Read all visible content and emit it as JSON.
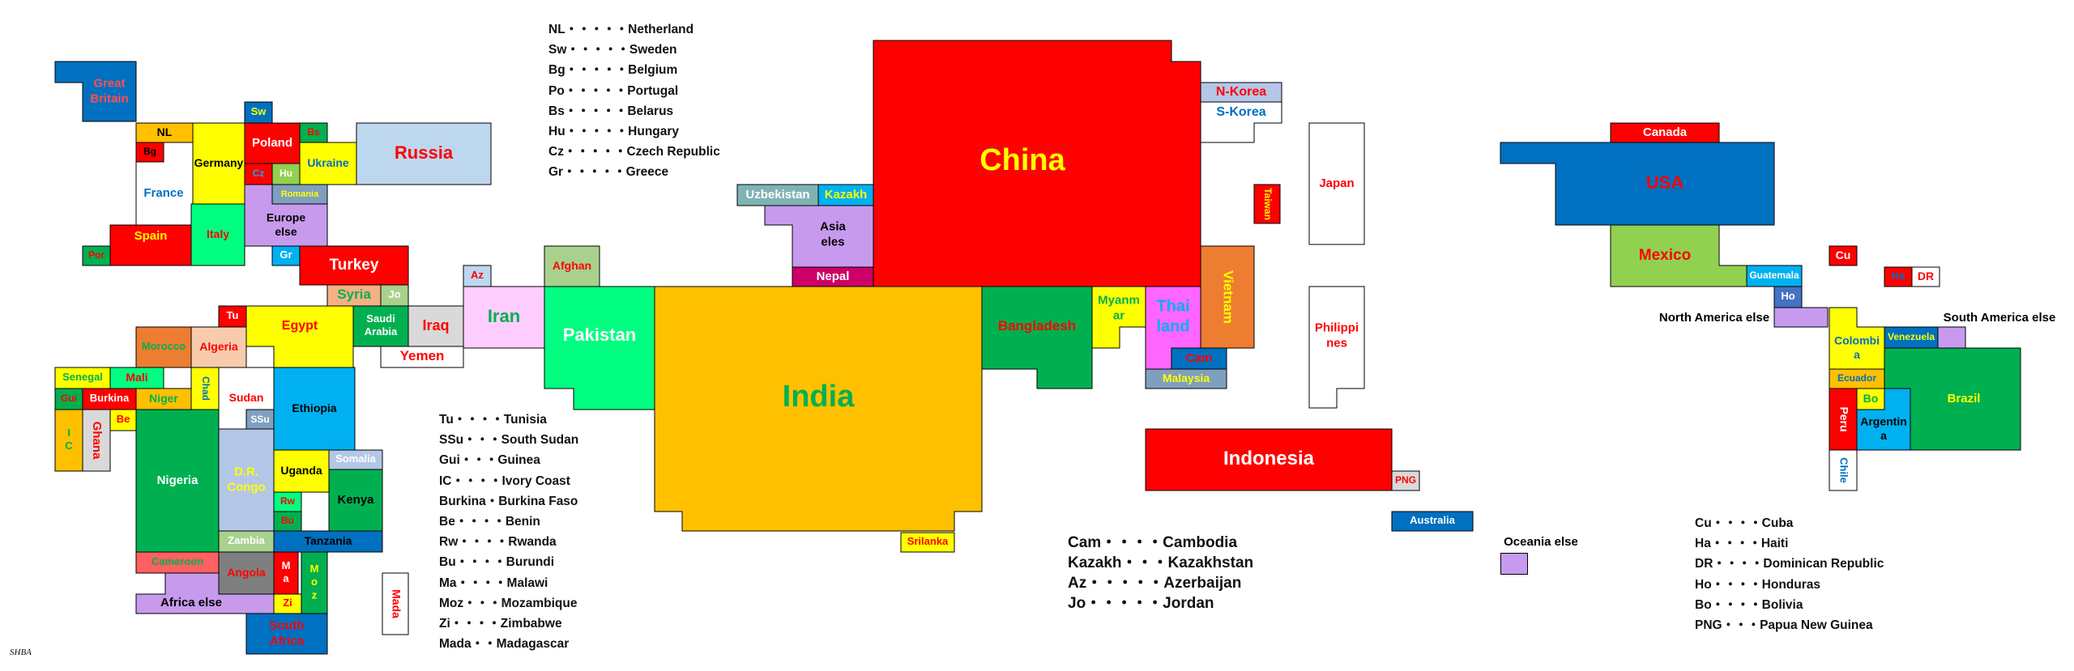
{
  "map": {
    "regions": [
      {
        "id": "great-britain",
        "label": "Great\nBritain",
        "fill": "#0070c0",
        "color": "#ff5050"
      },
      {
        "id": "nl",
        "label": "NL",
        "fill": "#ffc000",
        "color": "#000000"
      },
      {
        "id": "bg",
        "label": "Bg",
        "fill": "#ff0000",
        "color": "#000000"
      },
      {
        "id": "france",
        "label": "France",
        "fill": "#ffffff",
        "color": "#0070c0"
      },
      {
        "id": "germany",
        "label": "Germany",
        "fill": "#ffff00",
        "color": "#000000"
      },
      {
        "id": "sw",
        "label": "Sw",
        "fill": "#0070c0",
        "color": "#ffff00"
      },
      {
        "id": "poland",
        "label": "Poland",
        "fill": "#ff0000",
        "color": "#ffffff"
      },
      {
        "id": "bs",
        "label": "Bs",
        "fill": "#00b050",
        "color": "#ff0000"
      },
      {
        "id": "cz",
        "label": "Cz",
        "fill": "#ff0000",
        "color": "#00b0f0"
      },
      {
        "id": "hu",
        "label": "Hu",
        "fill": "#92d050",
        "color": "#ffffff"
      },
      {
        "id": "ukraine",
        "label": "Ukraine",
        "fill": "#ffff00",
        "color": "#0070c0"
      },
      {
        "id": "russia",
        "label": "Russia",
        "fill": "#bdd7ee",
        "color": "#ff0000"
      },
      {
        "id": "romania",
        "label": "Romania",
        "fill": "#7f9fbf",
        "color": "#ffff00"
      },
      {
        "id": "europe-else",
        "label": "Europe\nelse",
        "fill": "#c79aee",
        "color": "#000000"
      },
      {
        "id": "spain",
        "label": "Spain",
        "fill": "#ff0000",
        "color": "#ffff00"
      },
      {
        "id": "por",
        "label": "Por",
        "fill": "#00b050",
        "color": "#ff0000"
      },
      {
        "id": "italy",
        "label": "Italy",
        "fill": "#00ff80",
        "color": "#ff0000"
      },
      {
        "id": "gr",
        "label": "Gr",
        "fill": "#00b0f0",
        "color": "#ffffff"
      },
      {
        "id": "turkey",
        "label": "Turkey",
        "fill": "#ff0000",
        "color": "#ffffff"
      },
      {
        "id": "syria",
        "label": "Syria",
        "fill": "#f4b183",
        "color": "#00b050"
      },
      {
        "id": "jo",
        "label": "Jo",
        "fill": "#a9d18e",
        "color": "#ffffff"
      },
      {
        "id": "az",
        "label": "Az",
        "fill": "#bdd7ee",
        "color": "#ff0000"
      },
      {
        "id": "afghan",
        "label": "Afghan",
        "fill": "#a9d18e",
        "color": "#ff0000"
      },
      {
        "id": "tu",
        "label": "Tu",
        "fill": "#ff0000",
        "color": "#ffffff"
      },
      {
        "id": "egypt",
        "label": "Egypt",
        "fill": "#ffff00",
        "color": "#ff0000"
      },
      {
        "id": "saudi-arabia",
        "label": "Saudi\nArabia",
        "fill": "#00b050",
        "color": "#ffffff"
      },
      {
        "id": "iraq",
        "label": "Iraq",
        "fill": "#d9d9d9",
        "color": "#ff0000"
      },
      {
        "id": "iran",
        "label": "Iran",
        "fill": "#ffccff",
        "color": "#00b050"
      },
      {
        "id": "yemen",
        "label": "Yemen",
        "fill": "#ffffff",
        "color": "#ff0000"
      },
      {
        "id": "pakistan",
        "label": "Pakistan",
        "fill": "#00ff80",
        "color": "#ffffff"
      },
      {
        "id": "morocco",
        "label": "Morocco",
        "fill": "#ed7d31",
        "color": "#00b050"
      },
      {
        "id": "algeria",
        "label": "Algeria",
        "fill": "#f8cbad",
        "color": "#ff0000"
      },
      {
        "id": "senegal",
        "label": "Senegal",
        "fill": "#ffff00",
        "color": "#00b050"
      },
      {
        "id": "mali",
        "label": "Mali",
        "fill": "#00ff80",
        "color": "#ff0000"
      },
      {
        "id": "gui",
        "label": "Gui",
        "fill": "#00b050",
        "color": "#ff0000"
      },
      {
        "id": "burkina",
        "label": "Burkina",
        "fill": "#ff0000",
        "color": "#ffffff"
      },
      {
        "id": "niger",
        "label": "Niger",
        "fill": "#ffc000",
        "color": "#00b050"
      },
      {
        "id": "chad",
        "label": "Chad",
        "fill": "#ffff00",
        "color": "#0070c0"
      },
      {
        "id": "sudan",
        "label": "Sudan",
        "fill": "#ffffff",
        "color": "#ff0000"
      },
      {
        "id": "ethiopia",
        "label": "Ethiopia",
        "fill": "#00b0f0",
        "color": "#000000"
      },
      {
        "id": "ic",
        "label": "I\nC",
        "fill": "#ffc000",
        "color": "#00b050"
      },
      {
        "id": "ghana",
        "label": "Ghana",
        "fill": "#d9d9d9",
        "color": "#ff0000"
      },
      {
        "id": "be",
        "label": "Be",
        "fill": "#ffff00",
        "color": "#ff0000"
      },
      {
        "id": "nigeria",
        "label": "Nigeria",
        "fill": "#00b050",
        "color": "#ffffff"
      },
      {
        "id": "ssu",
        "label": "SSu",
        "fill": "#7f9fbf",
        "color": "#ffffff"
      },
      {
        "id": "dr-congo",
        "label": "D.R.\nCongo",
        "fill": "#b4c7e7",
        "color": "#ffff00"
      },
      {
        "id": "uganda",
        "label": "Uganda",
        "fill": "#ffff00",
        "color": "#000000"
      },
      {
        "id": "somalia",
        "label": "Somalia",
        "fill": "#b4c7e7",
        "color": "#ffffff"
      },
      {
        "id": "rw",
        "label": "Rw",
        "fill": "#00ff80",
        "color": "#ff0000"
      },
      {
        "id": "kenya",
        "label": "Kenya",
        "fill": "#00b050",
        "color": "#000000"
      },
      {
        "id": "bu",
        "label": "Bu",
        "fill": "#00b050",
        "color": "#ff0000"
      },
      {
        "id": "zambia",
        "label": "Zambia",
        "fill": "#a9d18e",
        "color": "#ffffff"
      },
      {
        "id": "tanzania",
        "label": "Tanzania",
        "fill": "#0070c0",
        "color": "#000000"
      },
      {
        "id": "cameroon",
        "label": "Cameroon",
        "fill": "#ff6060",
        "color": "#00b050"
      },
      {
        "id": "angola",
        "label": "Angola",
        "fill": "#7f7f7f",
        "color": "#ff0000"
      },
      {
        "id": "ma",
        "label": "M\na",
        "fill": "#ff0000",
        "color": "#ffffff"
      },
      {
        "id": "moz",
        "label": "M\no\nz",
        "fill": "#00b050",
        "color": "#ffff00"
      },
      {
        "id": "zi",
        "label": "Zi",
        "fill": "#ffff00",
        "color": "#ff0000"
      },
      {
        "id": "africa-else",
        "label": "Africa else",
        "fill": "#c79aee",
        "color": "#000000"
      },
      {
        "id": "south-africa",
        "label": "South\nAfrica",
        "fill": "#0070c0",
        "color": "#ff0000"
      },
      {
        "id": "mada",
        "label": "Mada",
        "fill": "#ffffff",
        "color": "#ff0000"
      },
      {
        "id": "china",
        "label": "China",
        "fill": "#ff0000",
        "color": "#ffff00"
      },
      {
        "id": "uzbekistan",
        "label": "Uzbekistan",
        "fill": "#7fb3b3",
        "color": "#ffffff"
      },
      {
        "id": "kazakh",
        "label": "Kazakh",
        "fill": "#00b0f0",
        "color": "#ffff00"
      },
      {
        "id": "asia-else",
        "label": "Asia\neles",
        "fill": "#c79aee",
        "color": "#000000"
      },
      {
        "id": "nepal",
        "label": "Nepal",
        "fill": "#cc0066",
        "color": "#ffffff"
      },
      {
        "id": "india",
        "label": "India",
        "fill": "#ffc000",
        "color": "#00b050"
      },
      {
        "id": "bangladesh",
        "label": "Bangladesh",
        "fill": "#00b050",
        "color": "#ff0000"
      },
      {
        "id": "myanmar",
        "label": "Myanm\nar",
        "fill": "#ffff00",
        "color": "#00b050"
      },
      {
        "id": "thailand",
        "label": "Thai\nland",
        "fill": "#ff66ff",
        "color": "#00b0f0"
      },
      {
        "id": "vietnam",
        "label": "Vietnam",
        "fill": "#ed7d31",
        "color": "#ffff00"
      },
      {
        "id": "cam",
        "label": "Cam",
        "fill": "#0070c0",
        "color": "#ff0000"
      },
      {
        "id": "malaysia",
        "label": "Malaysia",
        "fill": "#7f9fbf",
        "color": "#ffff00"
      },
      {
        "id": "srilanka",
        "label": "Srilanka",
        "fill": "#ffff00",
        "color": "#ff0000"
      },
      {
        "id": "n-korea",
        "label": "N-Korea",
        "fill": "#b4c7e7",
        "color": "#ff0000"
      },
      {
        "id": "s-korea",
        "label": "S-Korea",
        "fill": "#ffffff",
        "color": "#0070c0"
      },
      {
        "id": "taiwan",
        "label": "Taiwan",
        "fill": "#ff0000",
        "color": "#ffff00"
      },
      {
        "id": "japan",
        "label": "Japan",
        "fill": "#ffffff",
        "color": "#ff0000"
      },
      {
        "id": "philippines",
        "label": "Philippi\nnes",
        "fill": "#ffffff",
        "color": "#ff0000"
      },
      {
        "id": "indonesia",
        "label": "Indonesia",
        "fill": "#ff0000",
        "color": "#ffffff"
      },
      {
        "id": "png",
        "label": "PNG",
        "fill": "#d9d9d9",
        "color": "#ff0000"
      },
      {
        "id": "australia",
        "label": "Australia",
        "fill": "#0070c0",
        "color": "#ffffff"
      },
      {
        "id": "canada",
        "label": "Canada",
        "fill": "#ff0000",
        "color": "#ffffff"
      },
      {
        "id": "usa",
        "label": "USA",
        "fill": "#0070c0",
        "color": "#ff0000"
      },
      {
        "id": "mexico",
        "label": "Mexico",
        "fill": "#92d050",
        "color": "#ff0000"
      },
      {
        "id": "guatemala",
        "label": "Guatemala",
        "fill": "#00b0f0",
        "color": "#ffffff"
      },
      {
        "id": "ho",
        "label": "Ho",
        "fill": "#4472c4",
        "color": "#ffffff"
      },
      {
        "id": "cu",
        "label": "Cu",
        "fill": "#ff0000",
        "color": "#ffffff"
      },
      {
        "id": "ha",
        "label": "Ha",
        "fill": "#ff0000",
        "color": "#0070c0"
      },
      {
        "id": "dr",
        "label": "DR",
        "fill": "#ffffff",
        "color": "#ff0000"
      },
      {
        "id": "north-america-else",
        "label": "",
        "fill": "#c79aee",
        "color": "#000000"
      },
      {
        "id": "south-america-else",
        "label": "",
        "fill": "#c79aee",
        "color": "#000000"
      },
      {
        "id": "colombia",
        "label": "Colombi\na",
        "fill": "#ffff00",
        "color": "#0070c0"
      },
      {
        "id": "venezuela",
        "label": "Venezuela",
        "fill": "#0070c0",
        "color": "#ffff00"
      },
      {
        "id": "ecuador",
        "label": "Ecuador",
        "fill": "#ffc000",
        "color": "#0070c0"
      },
      {
        "id": "peru",
        "label": "Peru",
        "fill": "#ff0000",
        "color": "#ffffff"
      },
      {
        "id": "bo",
        "label": "Bo",
        "fill": "#ffff00",
        "color": "#00b050"
      },
      {
        "id": "argentina",
        "label": "Argentin\na",
        "fill": "#00b0f0",
        "color": "#000000"
      },
      {
        "id": "brazil",
        "label": "Brazil",
        "fill": "#00b050",
        "color": "#ffff00"
      },
      {
        "id": "chile",
        "label": "Chile",
        "fill": "#ffffff",
        "color": "#0070c0"
      }
    ],
    "outside_labels": {
      "north_america_else": "North America else",
      "south_america_else": "South America else",
      "oceania_else": "Oceania else"
    }
  },
  "legends": {
    "europe": [
      "NL・・・・・Netherland",
      "Sw・・・・・Sweden",
      "Bg・・・・・Belgium",
      "Po・・・・・Portugal",
      "Bs・・・・・Belarus",
      "Hu・・・・・Hungary",
      "Cz・・・・・Czech Republic",
      "Gr・・・・・Greece"
    ],
    "africa": [
      "Tu・・・・Tunisia",
      "SSu・・・South Sudan",
      "Gui・・・Guinea",
      "IC・・・・Ivory Coast",
      "Burkina・Burkina Faso",
      "Be・・・・Benin",
      "Rw・・・・Rwanda",
      "Bu・・・・Burundi",
      "Ma・・・・Malawi",
      "Moz・・・Mozambique",
      "Zi・・・・Zimbabwe",
      "Mada・・Madagascar"
    ],
    "asia": [
      "Cam・・・・Cambodia",
      "Kazakh・・・Kazakhstan",
      "Az・・・・・Azerbaijan",
      "Jo・・・・・Jordan"
    ],
    "americas": [
      "Cu・・・・Cuba",
      "Ha・・・・Haiti",
      "DR・・・・Dominican Republic",
      "Ho・・・・Honduras",
      "Bo・・・・Bolivia",
      "PNG・・・Papua New Guinea"
    ]
  },
  "credit": "SHBA"
}
